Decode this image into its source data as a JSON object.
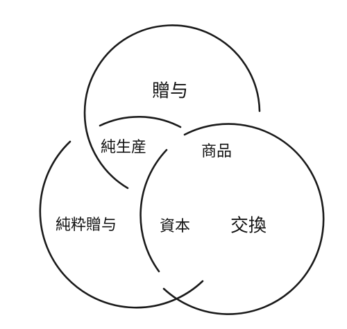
{
  "regions": {
    "gift": "贈与",
    "net_production": "純生産",
    "commodity": "商品",
    "pure_gift": "純粋贈与",
    "capital": "資本",
    "exchange": "交換"
  }
}
